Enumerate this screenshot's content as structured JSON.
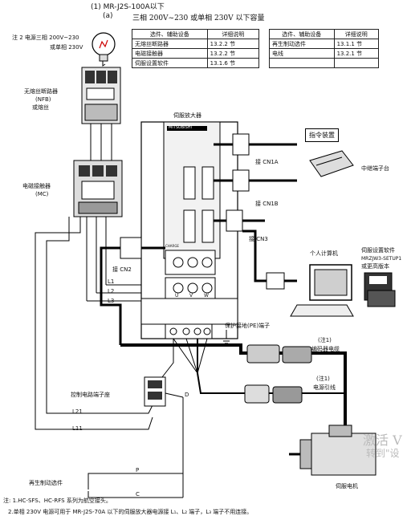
{
  "heading": {
    "section": "(1)  MR-J2S-100A以下",
    "subsection_marker": "(a)",
    "subsection_text": "三相 200V~230 或单相 230V 以下容量"
  },
  "option_table_left": {
    "headers": [
      "选件、辅助设备",
      "详细说明"
    ],
    "rows": [
      [
        "无熔丝断路器",
        "13.2.2 节"
      ],
      [
        "电磁接触器",
        "13.2.2 节"
      ],
      [
        "伺服设置软件",
        "13.1.6 节"
      ]
    ]
  },
  "option_table_right": {
    "headers": [
      "选件、辅助设备",
      "详细说明"
    ],
    "rows": [
      [
        "再生制动选件",
        "13.1.1 节"
      ],
      [
        "电线",
        "13.2.1 节"
      ],
      [
        "",
        ""
      ]
    ]
  },
  "labels": {
    "power_note_line1": "注 2 电源三相 200V~230",
    "power_note_line2": "或单相 230V",
    "nfb_line1": "无熔丝断路器",
    "nfb_line2": "(NFB)",
    "nfb_line3": "或熔丝",
    "mc_line1": "电磁接触器",
    "mc_line2": "(MC)",
    "servo_amp": "伺服放大器",
    "brand": "MITSUBISHI",
    "cn1a": "接 CN1A",
    "cn1b": "接 CN1B",
    "cn3": "接 CN3",
    "cn2": "接 CN2",
    "command_device": "指令装置",
    "relay_terminal": "中继端子台",
    "pc": "个人计算机",
    "setup_sw_line1": "伺服设置软件",
    "setup_sw_line2": "MRZJW3-SETUP1",
    "setup_sw_line3": "或更高版本",
    "l1": "L1",
    "l2": "L2",
    "l3": "L3",
    "pe": "保护接地(PE)端子",
    "enc_note": "(注1)",
    "enc_cable": "编码器电缆",
    "pwr_note": "(注1)",
    "pwr_cable": "电源引线",
    "ctrl_term": "控制电路端子座",
    "d": "D",
    "l21": "L21",
    "l11": "L11",
    "p": "P",
    "c": "C",
    "regen": "再生制动选件",
    "motor": "伺服电机",
    "uvw_u": "U",
    "uvw_v": "V",
    "uvw_w": "W",
    "charge": "CHARGE",
    "watermark1": "激活 V",
    "watermark2": "转到\"设"
  },
  "notes": {
    "line1": "注:  1.HC-SFS、HC-RFS 系列为航空接头。",
    "line2": "2.单相 230V 电源可用于 MR-J2S-70A 以下的伺服放大器电源接 L₁、L₂ 端子，L₃ 端子不用连接。"
  }
}
